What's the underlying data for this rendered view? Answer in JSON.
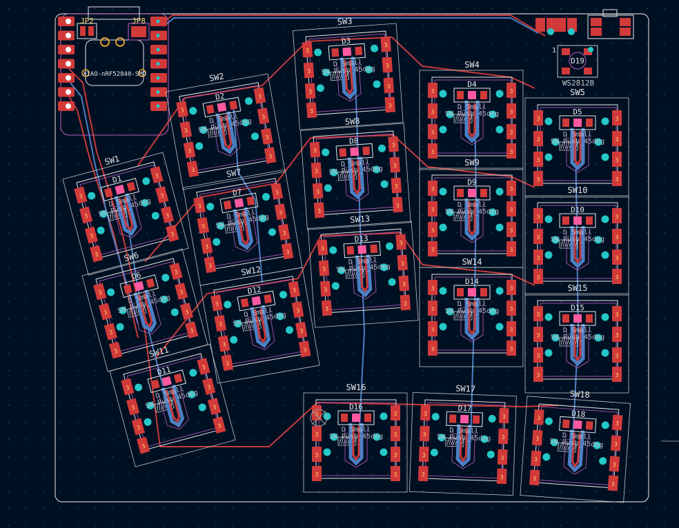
{
  "board": {
    "colors": {
      "background": "#001023",
      "grid_dot": "#3a4a5e",
      "outline": "#c8c8c8",
      "courtyard": "#c2c2c2",
      "pad": "#d23a3a",
      "pad_text": "#ffd76a",
      "via": "#25c8c8",
      "trace_front": "#c83a3a",
      "trace_back": "#4d7fc4",
      "silk": "#e8e8e8",
      "fab": "#c060c0",
      "diode_fill": "#ff5aa0"
    },
    "mcu": {
      "label": "XIAO-nRF52840-SMD"
    },
    "jumpers": [
      "JP2",
      "JP8"
    ],
    "led": {
      "ref": "D19",
      "value": "WS2812B",
      "pin1": "1"
    },
    "footprint_value": "SW_Push_45deg",
    "diode_value": "D_Small",
    "pad_number": "3",
    "keys": [
      {
        "sw": "SW1",
        "d": "D1"
      },
      {
        "sw": "SW2",
        "d": "D2"
      },
      {
        "sw": "SW3",
        "d": "D3"
      },
      {
        "sw": "SW4",
        "d": "D4"
      },
      {
        "sw": "SW5",
        "d": "D5"
      },
      {
        "sw": "SW6",
        "d": "D6"
      },
      {
        "sw": "SW7",
        "d": "D7"
      },
      {
        "sw": "SW8",
        "d": "D8"
      },
      {
        "sw": "SW9",
        "d": "D9"
      },
      {
        "sw": "SW10",
        "d": "D10"
      },
      {
        "sw": "SW11",
        "d": "D11"
      },
      {
        "sw": "SW12",
        "d": "D12"
      },
      {
        "sw": "SW13",
        "d": "D13"
      },
      {
        "sw": "SW14",
        "d": "D14"
      },
      {
        "sw": "SW15",
        "d": "D15"
      },
      {
        "sw": "SW16",
        "d": "D16"
      },
      {
        "sw": "SW17",
        "d": "D17"
      },
      {
        "sw": "SW18",
        "d": "D18"
      }
    ]
  }
}
